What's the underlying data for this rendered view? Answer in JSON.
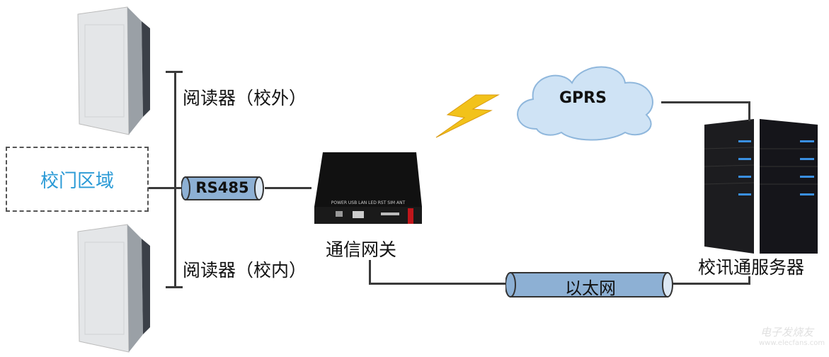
{
  "nodes": {
    "reader_outside": "阅读器（校外）",
    "reader_inside": "阅读器（校内）",
    "gate_area": "校门区域",
    "rs485": "RS485",
    "gateway": "通信网关",
    "gprs": "GPRS",
    "server": "校讯通服务器",
    "ethernet": "以太网"
  },
  "watermark": {
    "brand": "电子发烧友",
    "site": "www.elecfans.com"
  },
  "colors": {
    "gate_area_text": "#2a9ad6",
    "cable": "#8db0d4",
    "cloud": "#cfe3f5",
    "bolt": "#f2c21a",
    "server_led": "#3a8fe0"
  }
}
